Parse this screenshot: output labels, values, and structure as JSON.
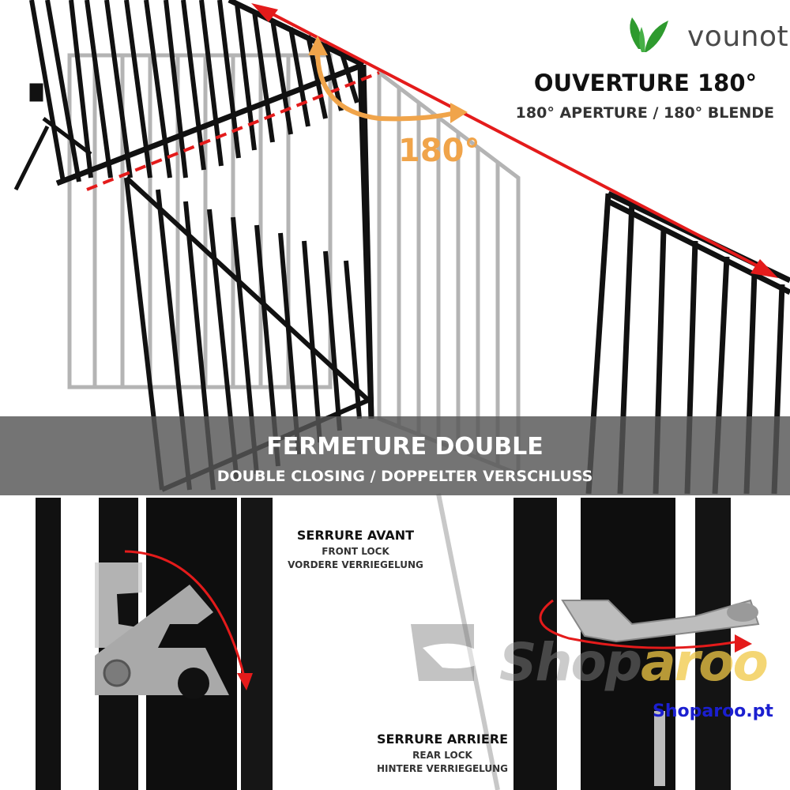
{
  "brand": {
    "name": "vounot",
    "color": "#2e9a2e",
    "icon": "leaf-logo"
  },
  "header": {
    "title": "OUVERTURE 180°",
    "subtitle": "180° APERTURE / 180° BLENDE",
    "angle_label": "180°"
  },
  "band": {
    "title": "FERMETURE DOUBLE",
    "subtitle": "DOUBLE CLOSING / DOPPELTER VERSCHLUSS"
  },
  "front_lock": {
    "title": "SERRURE AVANT",
    "line1": "FRONT LOCK",
    "line2": "VORDERE VERRIEGELUNG"
  },
  "rear_lock": {
    "title": "SERRURE  ARRIERE",
    "line1": "REAR LOCK",
    "line2": "HINTERE VERRIEGELUNG"
  },
  "watermark": {
    "part1": "Shop",
    "part2": "aroo",
    "url": "Shoparoo.pt"
  },
  "colors": {
    "arrow_red": "#e41b1b",
    "arc_orange": "#f0a44a",
    "url_blue": "#1b1fd0"
  }
}
